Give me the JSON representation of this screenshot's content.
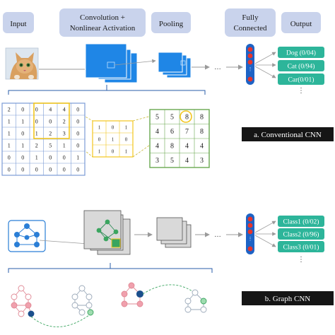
{
  "headers": {
    "input": "Input",
    "conv": [
      "Convolution +",
      "Nonlinear Activation"
    ],
    "pooling": "Pooling",
    "fc": [
      "Fully",
      "Connected"
    ],
    "output": "Output"
  },
  "cnn": {
    "outputs": [
      "Dog (0/04)",
      "Cat (0/94)",
      "Car(0/01)"
    ],
    "caption": "a. Conventional CNN",
    "input_matrix": [
      [
        "2",
        "0",
        "0",
        "4",
        "4",
        "0"
      ],
      [
        "1",
        "1",
        "0",
        "0",
        "2",
        "0"
      ],
      [
        "1",
        "0",
        "1",
        "2",
        "3",
        "0"
      ],
      [
        "1",
        "1",
        "2",
        "5",
        "1",
        "0"
      ],
      [
        "0",
        "0",
        "1",
        "0",
        "0",
        "1"
      ],
      [
        "0",
        "0",
        "0",
        "0",
        "0",
        "0"
      ]
    ],
    "kernel": [
      [
        "1",
        "0",
        "1"
      ],
      [
        "0",
        "1",
        "0"
      ],
      [
        "1",
        "0",
        "1"
      ]
    ],
    "feature_map": [
      [
        "5",
        "5",
        "8",
        "8"
      ],
      [
        "4",
        "6",
        "7",
        "8"
      ],
      [
        "4",
        "8",
        "4",
        "4"
      ],
      [
        "3",
        "5",
        "4",
        "3"
      ]
    ]
  },
  "gcnn": {
    "outputs": [
      "Class1 (0/02)",
      "Class2 (0/96)",
      "Class3 (0/01)"
    ],
    "caption": "b. Graph  CNN"
  },
  "ellipsis": "…",
  "vdots": "⋮",
  "colors": {
    "header_bg": "#c9d3ec",
    "blue_layer": "#1f86e6",
    "output_green": "#2db59a",
    "fc_bar": "#1e63c5",
    "fc_node": "#e8342b",
    "feature_border": "#6aa84f",
    "matrix_border": "#7b9bd5",
    "highlight": "#f2c61f",
    "caption_bg": "#151515",
    "graph_blue": "#2a7ed6",
    "graph_pink": "#f0a0ad",
    "graph_green": "#9fdcb0",
    "graph_navy": "#1b4f8c"
  }
}
